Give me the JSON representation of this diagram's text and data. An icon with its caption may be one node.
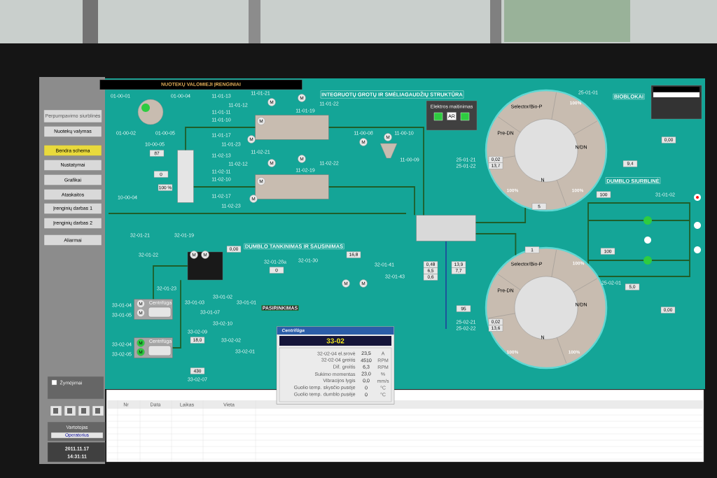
{
  "diagram": {
    "title": "NUOTEKŲ VALOMIEJI ĮRENGINIAI",
    "nodes": [
      {
        "text": [
          "Selector/Bio-P",
          "Pre-DN",
          "N/DN",
          "N"
        ]
      },
      {
        "text": [
          "Selector/Bio-P",
          "Pre-DN",
          "N/DN",
          "N"
        ]
      },
      {
        "text": [],
        "shape": "box"
      },
      {
        "text": [],
        "shape": "box"
      },
      {
        "text": [],
        "shape": "box",
        "beside": [
          "100 %"
        ]
      },
      {
        "text": [],
        "shape": "box"
      },
      {
        "text": [
          "Centrifūga"
        ]
      },
      {
        "text": [
          "Centrifūga"
        ]
      },
      {
        "text": [],
        "shape": "box",
        "beside": [
          "0,00"
        ]
      },
      {
        "text": [
          "Centrifūga",
          "33-02"
        ]
      }
    ],
    "edges": [
      {
        "from": 4,
        "to": 2,
        "arrow": "none"
      },
      {
        "from": 4,
        "to": 3,
        "arrow": "none"
      },
      {
        "from": 2,
        "to": 5,
        "arrow": "none"
      },
      {
        "from": 3,
        "to": 5,
        "arrow": "none"
      },
      {
        "from": 5,
        "to": 0,
        "arrow": "none"
      },
      {
        "from": 5,
        "to": 1,
        "arrow": "none"
      },
      {
        "from": 8,
        "to": 6,
        "arrow": "none"
      },
      {
        "from": 8,
        "to": 7,
        "arrow": "none"
      }
    ],
    "labels": [
      "Perpumpavimo siurblinės",
      "Nuotekų valymas",
      "Bendra schema",
      "Nustatymai",
      "Grafikai",
      "Ataskaitos",
      "Įrenginių darbas 1",
      "Įrenginių darbas 2",
      "Aliarmai",
      "Žymėjimai",
      "Vartotojas",
      "Operatorius",
      "2011.11.17",
      "14:31:11",
      "01-00-01",
      "01-00-04",
      "11-01-13",
      "11-01-21",
      "M",
      "INTEGRUOTŲ GROTŲ IR SMĖLIAGAUDŽIŲ STRUKTŪRA",
      "25-01-01",
      "BIOBLOKAI",
      "11-01-12",
      "M",
      "11-01-22",
      "Elektros maitinimas",
      "100%",
      "11-01-11",
      "11-01-19",
      "11-01-10",
      "M",
      "AR",
      "01-00-02",
      "01-00-05",
      "11-00-08",
      "M",
      "11-00-10",
      "11-01-17",
      "M",
      "M",
      "0,00",
      "10-00-05",
      "11-01-23",
      "87",
      "11-02-13",
      "11-02-21",
      "M",
      "11-00-09",
      "25-01-21",
      "0,02",
      "11-02-12",
      "M",
      "11-02-22",
      "25-01-22",
      "13,7",
      "9,4",
      "0",
      "11-02-11",
      "11-02-19",
      "11-02-10",
      "M",
      "DUMBLO SIURBLINĖ",
      "100%",
      "100%",
      "100",
      "31-01-02",
      "10-00-04",
      "11-02-17",
      "M",
      "11-02-23",
      "5",
      "32-01-21",
      "32-01-19",
      "DUMBLO TANKINIMAS IR SAUSINIMAS",
      "1",
      "100",
      "32-01-22",
      "M",
      "M",
      "16,8",
      "32-01-28a",
      "32-01-30",
      "32-01-41",
      "0,48",
      "13,9",
      "100%",
      "0",
      "6,5",
      "7,7",
      "32-01-43",
      "0,6",
      "32-01-23",
      "M",
      "M",
      "25-02-01",
      "5,0",
      "33-01-02",
      "33-01-04",
      "M",
      "33-01-03",
      "33-01-01",
      "PASIRINKIMAS",
      "95",
      "0,00",
      "33-01-05",
      "M",
      "33-01-07",
      "33-02-10",
      "25-02-21",
      "0,02",
      "25-02-22",
      "13,6",
      "33-02-09",
      "33-02-04",
      "M",
      "18,0",
      "33-02-02",
      "33-02-05",
      "M",
      "33-02-01",
      "100%",
      "100%",
      "430",
      "33-02-07",
      "32-02-04 el.srovė",
      "23,5",
      "A",
      "32-02-04 greitis",
      "4510",
      "RPM",
      "Dif. greitis",
      "6,3",
      "RPM",
      "Sukimo momentas",
      "23,0",
      "%",
      "Vibracijos lygis",
      "0,0",
      "mm/s",
      "Guolio temp. skysčio pusėje",
      "0",
      "°C",
      "Guolio temp. dumblo pusėje",
      "0",
      "°C",
      "Nr",
      "Data",
      "Laikas",
      "Vieta"
    ]
  }
}
